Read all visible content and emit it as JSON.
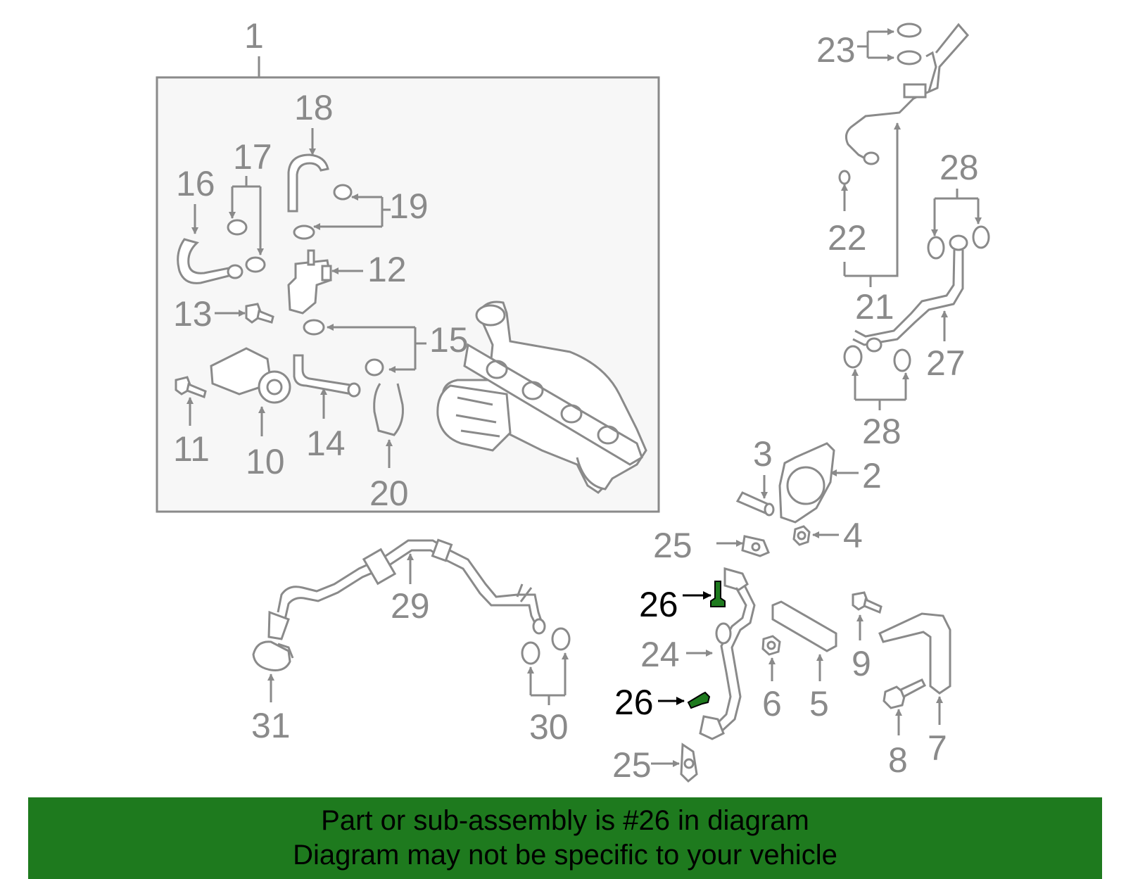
{
  "colors": {
    "line": "#8a8a8a",
    "highlight_part": "#1e7a1e",
    "footer_background": "#1e7a1e",
    "footer_text": "#000000"
  },
  "callouts": {
    "c1": "1",
    "c2": "2",
    "c3": "3",
    "c4": "4",
    "c5": "5",
    "c6": "6",
    "c7": "7",
    "c8": "8",
    "c9": "9",
    "c10": "10",
    "c11": "11",
    "c12": "12",
    "c13": "13",
    "c14": "14",
    "c15": "15",
    "c16": "16",
    "c17": "17",
    "c18": "18",
    "c19": "19",
    "c20": "20",
    "c21": "21",
    "c22": "22",
    "c23": "23",
    "c24": "24",
    "c25": "25",
    "c26": "26",
    "c27": "27",
    "c28": "28",
    "c29": "29",
    "c30": "30",
    "c31": "31"
  },
  "highlighted_callout": "26",
  "footer": {
    "line1": "Part or sub-assembly is #26 in diagram",
    "line2": "Diagram may not be specific to your vehicle"
  }
}
